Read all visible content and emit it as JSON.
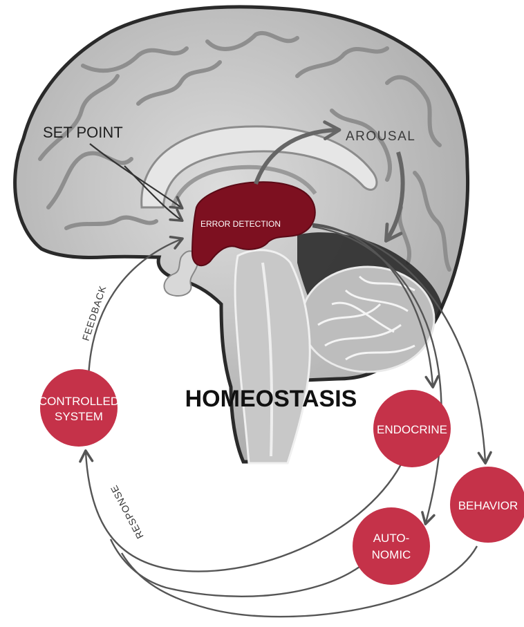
{
  "labels": {
    "set_point": "SET POINT",
    "arousal": "AROUSAL",
    "error_detection": "ERROR DETECTION",
    "title": "HOMEOSTASIS",
    "feedback": "FEEDBACK",
    "response": "RESPONSE"
  },
  "nodes": {
    "controlled_system": [
      "CONTROLLED",
      "SYSTEM"
    ],
    "endocrine": [
      "ENDOCRINE"
    ],
    "behavior": [
      "BEHAVIOR"
    ],
    "autonomic": [
      "AUTO-",
      "NOMIC"
    ]
  },
  "colors": {
    "node_fill": "#c53249",
    "error_region": "#7d1020",
    "arrow": "#555555",
    "brain_outline": "#2a2a2a",
    "brain_gray": "#b5b5b5"
  }
}
